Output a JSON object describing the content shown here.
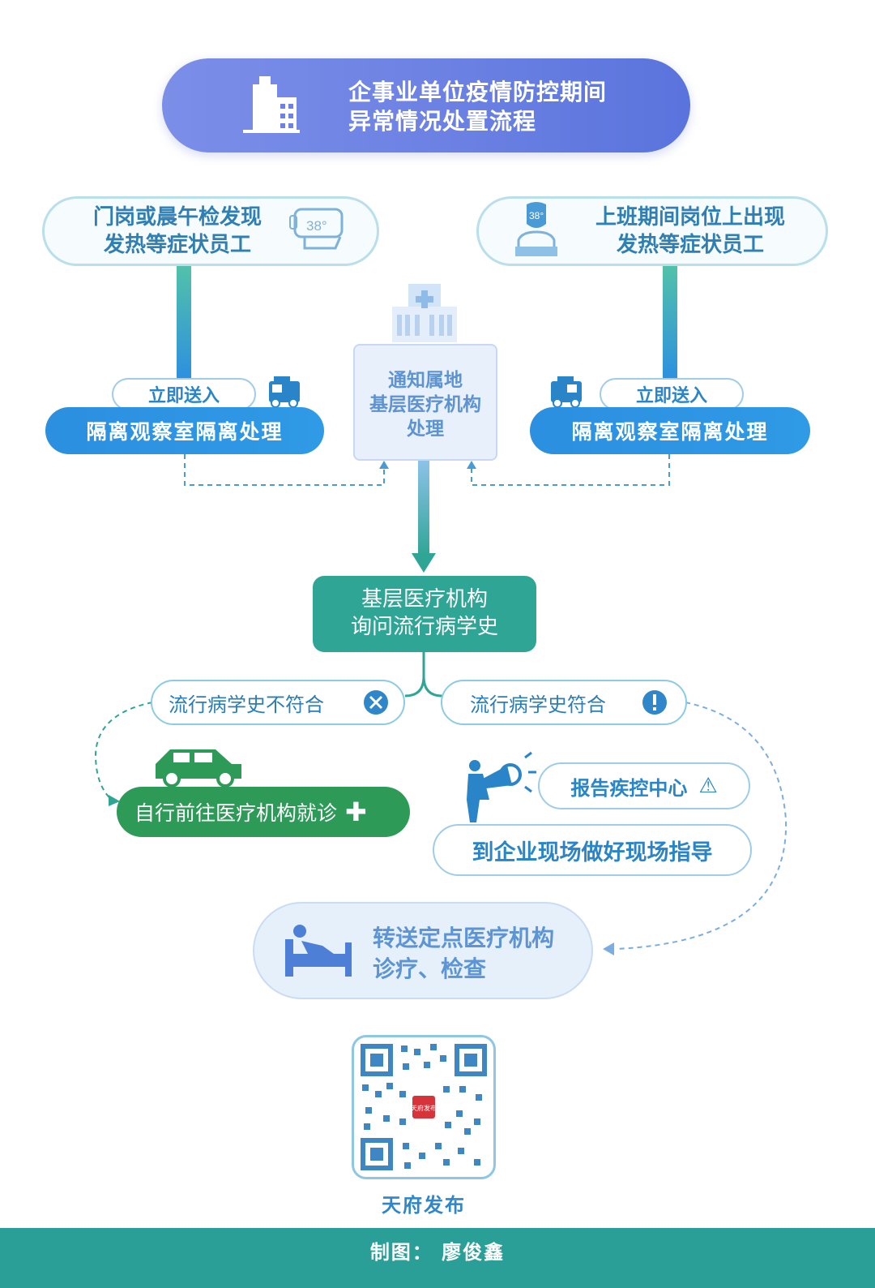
{
  "title": {
    "line1": "企事业单位疫情防控期间",
    "line2": "异常情况处置流程"
  },
  "left_branch": {
    "trigger_line1": "门岗或晨午检发现",
    "trigger_line2": "发热等症状员工",
    "thermometer_reading": "38°",
    "send_label": "立即送入",
    "isolation_label": "隔离观察室隔离处理"
  },
  "right_branch": {
    "trigger_line1": "上班期间岗位上出现",
    "trigger_line2": "发热等症状员工",
    "badge_reading": "38°",
    "send_label": "立即送入",
    "isolation_label": "隔离观察室隔离处理"
  },
  "notify_box": {
    "line1": "通知属地",
    "line2": "基层医疗机构",
    "line3": "处理"
  },
  "inquiry_box": {
    "line1": "基层医疗机构",
    "line2": "询问流行病学史"
  },
  "not_match": {
    "label": "流行病学史不符合",
    "action": "自行前往医疗机构就诊"
  },
  "match": {
    "label": "流行病学史符合",
    "report": "报告疾控中心",
    "guide": "到企业现场做好现场指导"
  },
  "transfer": {
    "line1": "转送定点医疗机构",
    "line2": "诊疗、检查"
  },
  "qr": {
    "logo_text": "天府发布"
  },
  "publisher": "天府发布",
  "footer": "制图：  廖俊鑫",
  "colors": {
    "title_bg": "#6d82e3",
    "blue": "#2c8fe0",
    "teal": "#2fa595",
    "green": "#2e9a58",
    "soft_blue": "#e6f0fb",
    "footer": "#2a9f97"
  }
}
